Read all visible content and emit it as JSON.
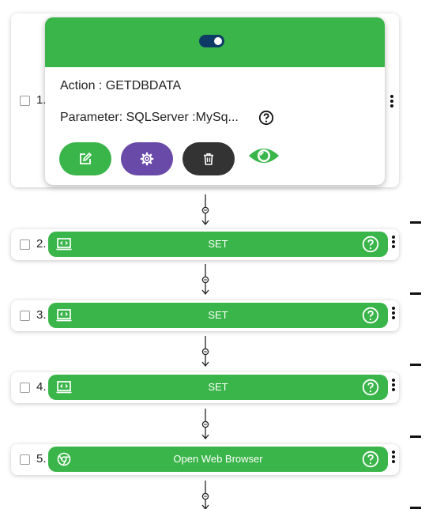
{
  "step1": {
    "number": "1.",
    "action_line": "Action : GETDBDATA",
    "parameter_line": "Parameter: SQLServer :MySq...",
    "toggle_on": true
  },
  "steps": [
    {
      "number": "2.",
      "title": "SET",
      "icon": "code-monitor-icon"
    },
    {
      "number": "3.",
      "title": "SET",
      "icon": "code-monitor-icon"
    },
    {
      "number": "4.",
      "title": "SET",
      "icon": "code-monitor-icon"
    },
    {
      "number": "5.",
      "title": "Open Web Browser",
      "icon": "chrome-icon"
    }
  ],
  "colors": {
    "accent_green": "#3ab54a",
    "settings_purple": "#6a4aa8",
    "delete_dark": "#333333",
    "toggle_navy": "#0d3b66"
  }
}
